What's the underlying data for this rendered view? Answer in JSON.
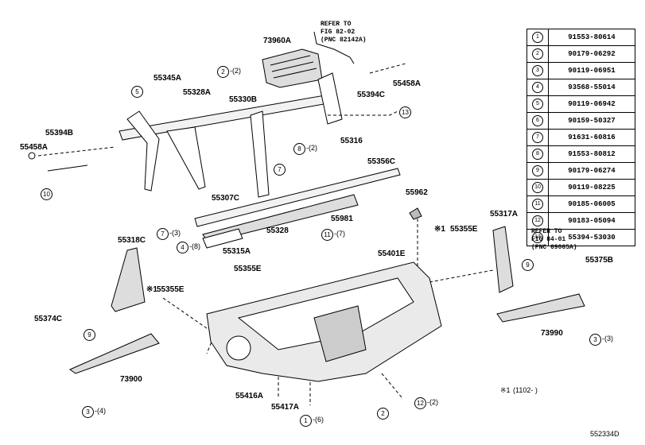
{
  "parts": {
    "p73960A": "73960A",
    "p55458A_r": "55458A",
    "p55345A": "55345A",
    "p55328A": "55328A",
    "p55330B": "55330B",
    "p55394C": "55394C",
    "p55394B": "55394B",
    "p55458A_l": "55458A",
    "p55316": "55316",
    "p55356C": "55356C",
    "p55962": "55962",
    "p55307C": "55307C",
    "p55981": "55981",
    "p55317A": "55317A",
    "p55328": "55328",
    "p55355E_r": "55355E",
    "p55318C": "55318C",
    "p55315A": "55315A",
    "p55401E": "55401E",
    "p55355E_m": "55355E",
    "p55375B": "55375B",
    "p55355E_l": "55355E",
    "p55374C": "55374C",
    "p73990": "73990",
    "p73900": "73900",
    "p55416A": "55416A",
    "p55417A": "55417A"
  },
  "refs": {
    "fig82_l1": "REFER TO",
    "fig82_l2": "FIG 82-02",
    "fig82_l3": "(PNC 82142A)",
    "fig84_l1": "REFER TO",
    "fig84_l2": "FIG 84-01",
    "fig84_l3": "(PNC 69065A)"
  },
  "marks": {
    "m1": "※1",
    "m2": "※1",
    "m3": "※1"
  },
  "callouts": {
    "c2_top": "2",
    "c5_top": "5",
    "c8": "8",
    "c13": "13",
    "c10": "10",
    "c7_a": "7",
    "c7_b": "7",
    "c11": "11",
    "c4": "4",
    "c9_r": "9",
    "c3_r": "3",
    "c9_l": "9",
    "c3_l": "3",
    "c1_b": "1",
    "c2_b": "2",
    "c12": "12"
  },
  "quantities": {
    "q2_top": "-(2)",
    "q8": "-(2)",
    "q7_a": "-(3)",
    "q11": "-(7)",
    "q4": "-(8)",
    "q3_r": "-(3)",
    "q3_l": "-(4)",
    "q1_b": "-(6)",
    "q12": "-(2)"
  },
  "footnote": {
    "mark": "※1",
    "text": "(1102-      )"
  },
  "illustration_id": "552334D",
  "legend": [
    {
      "num": "1",
      "part": "91553-80614"
    },
    {
      "num": "2",
      "part": "90179-06292"
    },
    {
      "num": "3",
      "part": "90119-06951"
    },
    {
      "num": "4",
      "part": "93568-55014"
    },
    {
      "num": "5",
      "part": "90119-06942"
    },
    {
      "num": "6",
      "part": "90159-50327"
    },
    {
      "num": "7",
      "part": "91631-60816"
    },
    {
      "num": "8",
      "part": "91553-80812"
    },
    {
      "num": "9",
      "part": "90179-06274"
    },
    {
      "num": "10",
      "part": "90119-08225"
    },
    {
      "num": "11",
      "part": "90185-06005"
    },
    {
      "num": "12",
      "part": "90183-05094"
    },
    {
      "num": "13",
      "part": "55394-53030"
    }
  ]
}
